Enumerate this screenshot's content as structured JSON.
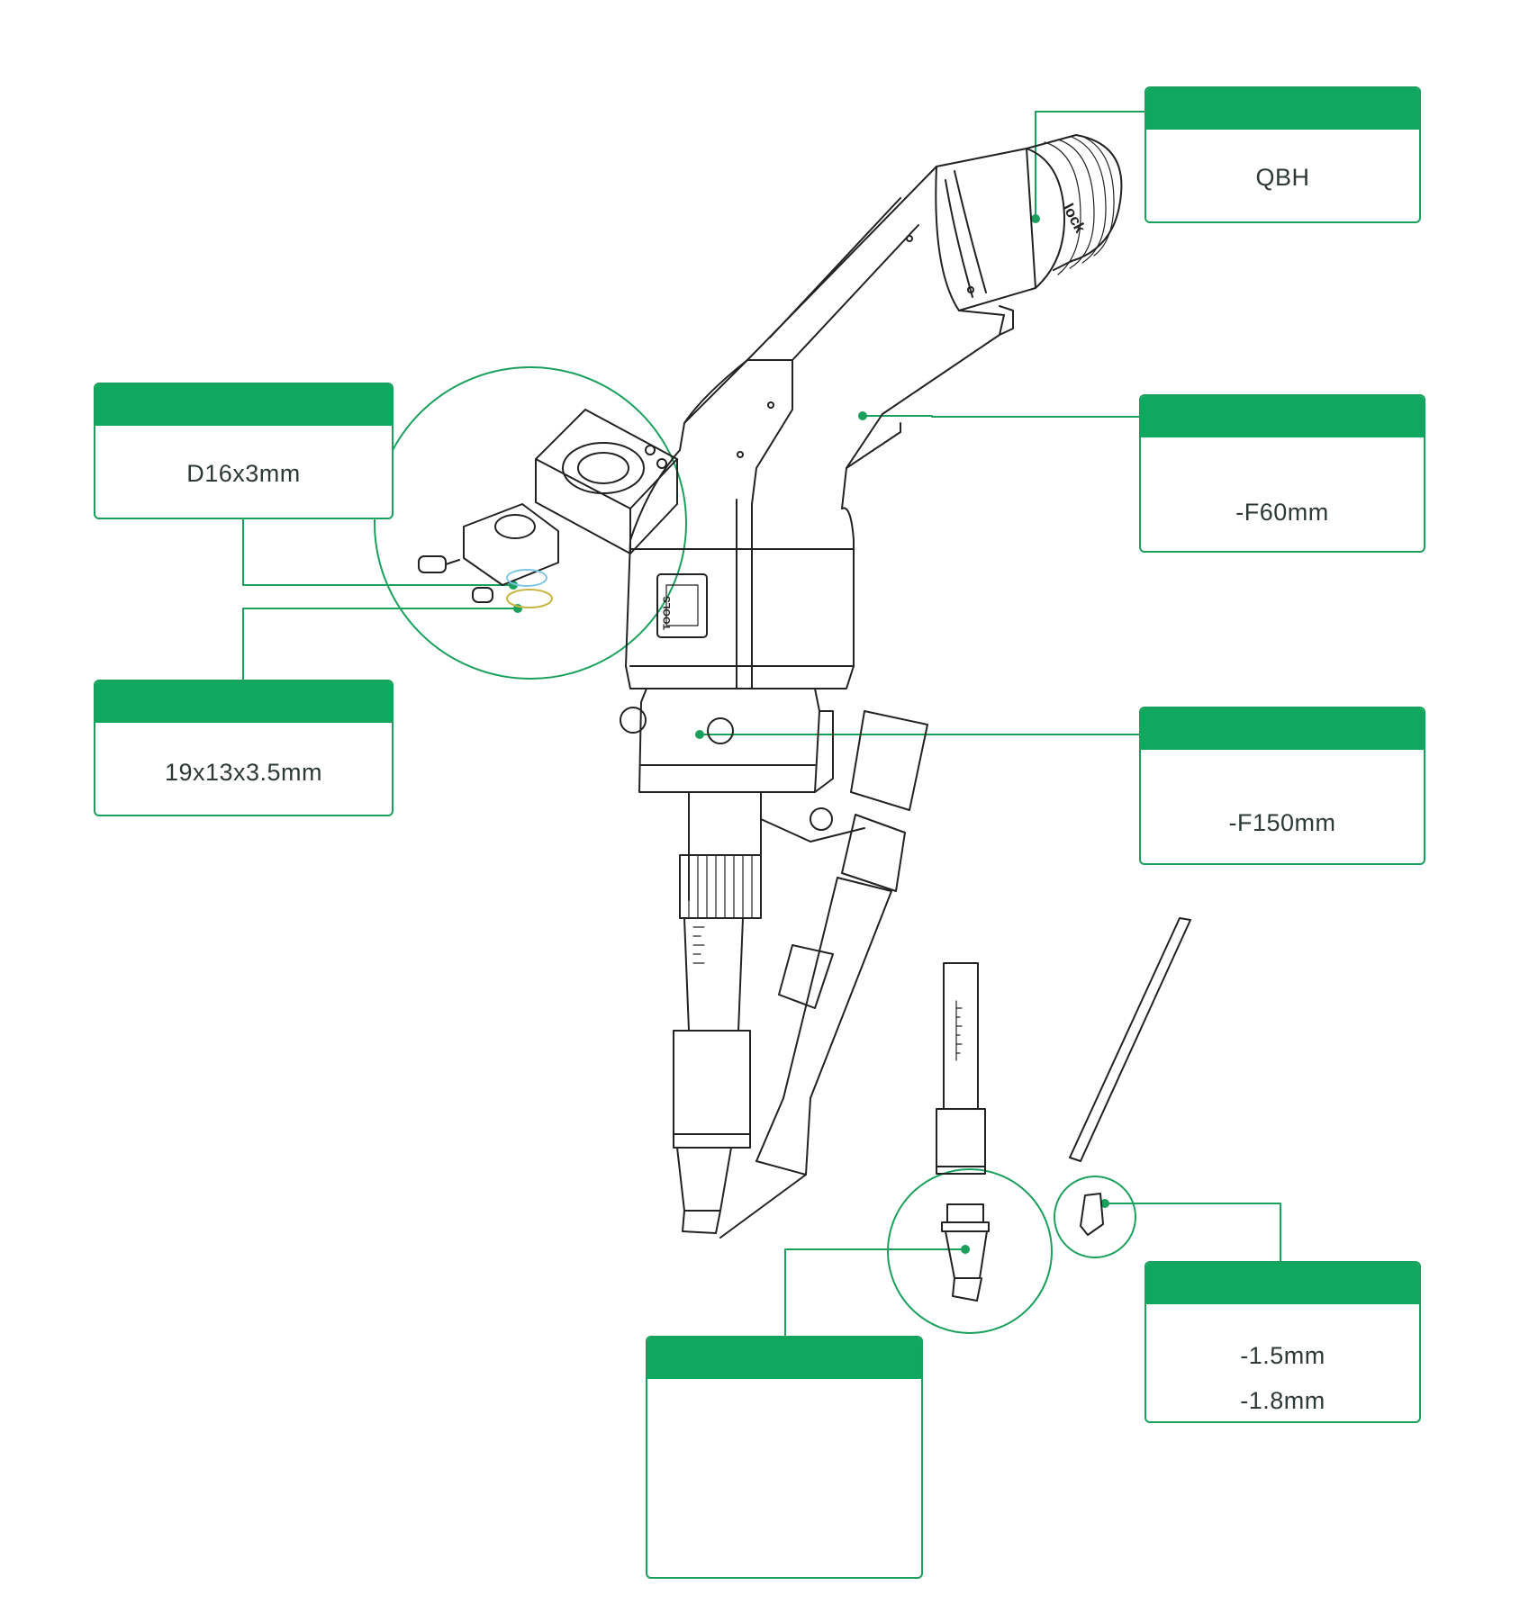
{
  "colors": {
    "accent": "#0fa85e",
    "border": "#1aa05c",
    "text": "#2d3a33",
    "line_art": "#222222"
  },
  "diagram": {
    "qbh_ring_text": "lock",
    "logo_text": "TOOLS"
  },
  "callouts": {
    "qbh": {
      "lines": [
        "QBH"
      ]
    },
    "protective_lens": {
      "lines": [
        "D16x3mm"
      ]
    },
    "collimating_lens": {
      "lines": [
        "-F60mm"
      ]
    },
    "seal_ring": {
      "lines": [
        "19x13x3.5mm"
      ]
    },
    "focusing_lens": {
      "lines": [
        "-F150mm"
      ]
    },
    "wire_nozzle": {
      "lines": [
        "-1.5mm",
        "-1.8mm"
      ]
    },
    "copper_nozzle": {
      "lines": []
    }
  }
}
